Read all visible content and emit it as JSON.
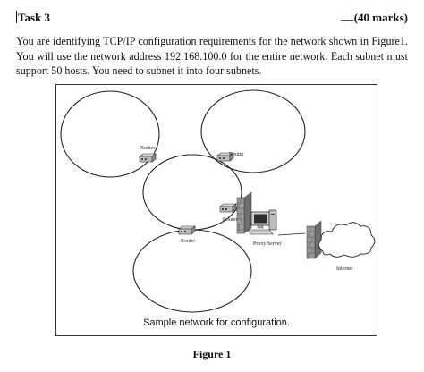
{
  "document": {
    "task_title": "Task 3",
    "marks": "(40 marks)",
    "paragraph": "You are identifying TCP/IP configuration requirements for the network shown in Figure1. You will use the network address 192.168.100.0 for the entire network. Each subnet must support 50 hosts. You need to subnet it into four subnets."
  },
  "figure": {
    "labels": {
      "router_1": "Router",
      "router_2": "Router",
      "router_3": "Router",
      "router_4": "Router",
      "proxy": "Proxy Server",
      "internet": "Internet"
    },
    "caption": "Sample network for configuration.",
    "title": "Figure 1"
  }
}
